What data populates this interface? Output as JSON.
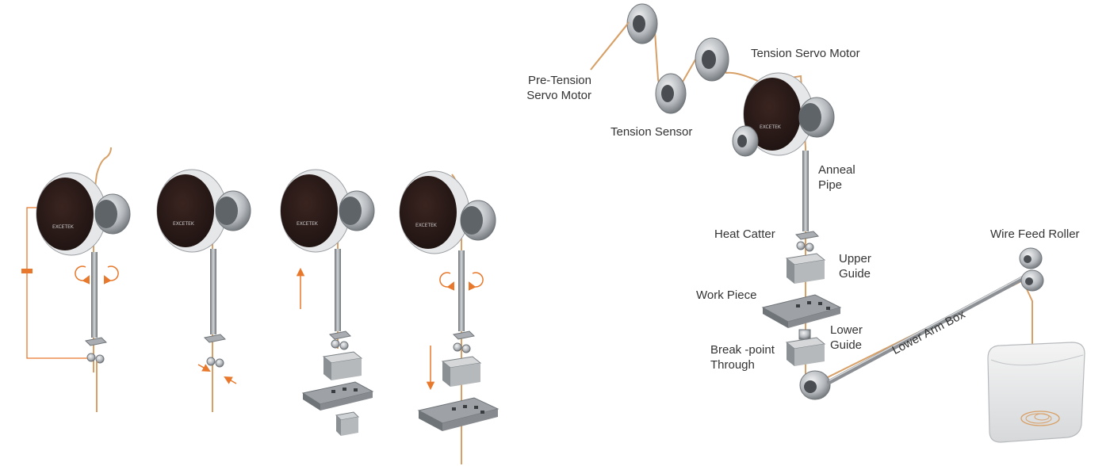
{
  "labels": {
    "pre_tension_line1": "Pre-Tension",
    "pre_tension_line2": "Servo Motor",
    "tension_sensor": "Tension Sensor",
    "tension_servo_motor": "Tension Servo Motor",
    "anneal_line1": "Anneal",
    "anneal_line2": "Pipe",
    "heat_catter": "Heat Catter",
    "upper_guide_line1": "Upper",
    "upper_guide_line2": "Guide",
    "work_piece": "Work Piece",
    "lower_guide_line1": "Lower",
    "lower_guide_line2": "Guide",
    "break_point_line1": "Break -point",
    "break_point_line2": "Through",
    "lower_arm_box": "Lower Arm Box",
    "wire_feed_roller": "Wire Feed Roller"
  },
  "motor_brand": "EXCETEK",
  "colors": {
    "wire": "#d8a066",
    "arrow": "#e8782c",
    "motor_face": "#2b1a17",
    "metal": "#a9adb1",
    "metal_dark": "#6f7478",
    "plate": "#7f8489"
  }
}
